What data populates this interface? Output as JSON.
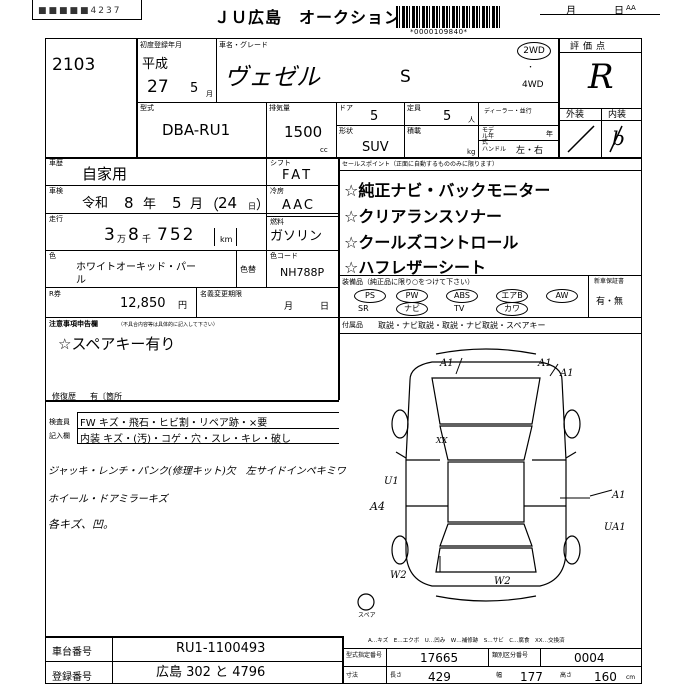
{
  "header": {
    "auction_name": "ＪＵ広島　オークション",
    "barcode_number": "*0000109840*",
    "top_left_code": "4237",
    "month_label": "月",
    "day_label": "日",
    "day_suffix": "AA"
  },
  "lot": {
    "number": "2103"
  },
  "registration": {
    "label": "初度登録年月",
    "era": "平成",
    "year": "27",
    "month": "5",
    "month_unit": "月"
  },
  "model": {
    "name_label": "車名・グレード",
    "name": "ヴェゼル",
    "grade": "S",
    "drive_2wd": "2WD",
    "drive_dot": "・",
    "drive_4wd": "4WD",
    "type_label": "型式",
    "type": "DBA-RU1",
    "displacement_label": "排気量",
    "displacement": "1500",
    "displacement_unit": "cc",
    "doors_label": "ドア",
    "doors": "5",
    "capacity_label": "定員",
    "capacity": "5",
    "capacity_unit": "人",
    "body_label": "形状",
    "body": "SUV",
    "load_label": "積載",
    "load_unit": "kg",
    "dealer_label": "ディーラー・並行",
    "model_year_label": "モデル年式",
    "model_year_unit": "年",
    "handle_label": "ハンドル",
    "handle_value": "左・右"
  },
  "grade_score": {
    "label": "評価点",
    "value": "R"
  },
  "exterior": {
    "label": "外装",
    "value": ""
  },
  "interior": {
    "label": "内装",
    "value": "b"
  },
  "usage": {
    "label": "車歴",
    "value": "自家用"
  },
  "inspection": {
    "label": "車検",
    "era": "令和",
    "year": "8",
    "year_unit": "年",
    "month": "5",
    "month_unit": "月",
    "day": "24",
    "day_unit": "日"
  },
  "mileage": {
    "label": "走行",
    "man": "3",
    "man_unit": "万",
    "sen": "8",
    "sen_unit": "千",
    "rest": "752",
    "unit": "km"
  },
  "color": {
    "label": "色",
    "value_line1": "ホワイトオーキッド・パー",
    "value_line2": "ル",
    "change_label": "色替",
    "code_label": "色コード",
    "code": "NH788P"
  },
  "shift": {
    "label": "シフト",
    "value": "FAT"
  },
  "ac": {
    "label": "冷房",
    "value": "AAC"
  },
  "fuel": {
    "label": "燃料",
    "value": "ガソリン"
  },
  "recycle": {
    "label": "R券",
    "value": "12,850",
    "unit": "円",
    "deadline_label": "名義変更期限",
    "month_unit": "月",
    "day_unit": "日"
  },
  "sales_points": {
    "label": "セールスポイント（正面に自動するもののみに限ります）",
    "items": [
      "☆純正ナビ・バックモニター",
      "☆クリアランスソナー",
      "☆クールズコントロール",
      "☆ハフレザーシート"
    ]
  },
  "equipment": {
    "label": "装備品（純正品に限り○をつけて下さい）",
    "options_row1": [
      "PS",
      "PW",
      "ABS",
      "エアB",
      "AW"
    ],
    "options_row2": [
      "SR",
      "ナビ",
      "TV",
      "カワ"
    ],
    "new_car_warranty_label": "新車保証書",
    "new_car_warranty": "有・無"
  },
  "accessories": {
    "label": "付属品",
    "value": "取説・ナビ取説・取説・ナビ取説・スペアキー"
  },
  "notes": {
    "label": "注意事項申告欄",
    "sublabel": "（不具合内容等は具体的に記入して下さい）",
    "content": "☆スペアキー有り",
    "repair_label": "修復歴",
    "repair_value": "有〔箇所"
  },
  "inspector": {
    "label1": "検査員",
    "label2": "記入欄",
    "row1": "FW キズ・飛石・ヒビ割・リペア跡・×要",
    "row2": "内装 キズ・(汚)・コゲ・穴・スレ・キレ・破し"
  },
  "handwritten": {
    "line1": "ジャッキ・レンチ・パンク(修理キット)欠　左サイドインペキミワ",
    "line2": "ホイール・ドアミラーキズ",
    "line3": "各キズ、凹。"
  },
  "diagram": {
    "legend": "A…キズ　E…エクボ　U…凹み　W…補修跡　S…サビ　C…腐食　XX…交換済",
    "marks": [
      "A1",
      "A1",
      "A1",
      "A1",
      "XX",
      "U1",
      "A4",
      "UA1",
      "W2",
      "W2",
      "A1"
    ],
    "spare_label": "スペア"
  },
  "chassis": {
    "label": "車台番号",
    "value": "RU1-1100493"
  },
  "plate": {
    "label": "登録番号",
    "value": "広島 302 と 4796"
  },
  "certification": {
    "label": "型式指定番号",
    "value": "17665",
    "class_label": "類別区分番号",
    "class_value": "0004"
  },
  "dimensions": {
    "label": "寸法",
    "length_label": "長さ",
    "length": "429",
    "width_label": "幅",
    "width": "177",
    "height_label": "高さ",
    "height": "160",
    "unit": "cm"
  }
}
